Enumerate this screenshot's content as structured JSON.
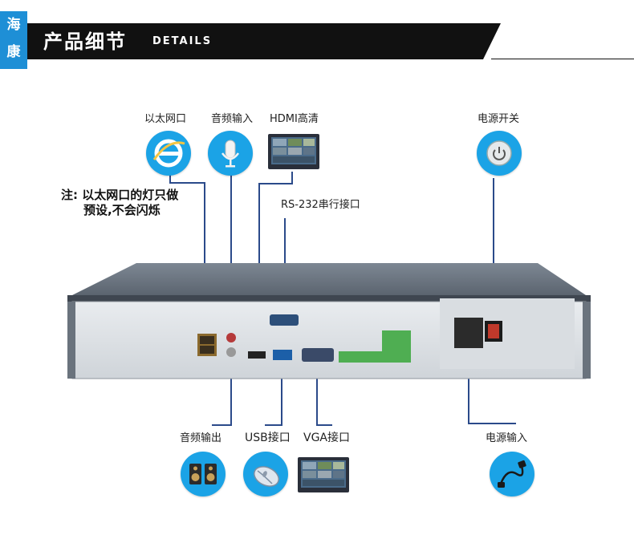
{
  "brand": {
    "line1": "海",
    "line2": "康"
  },
  "header": {
    "title": "产品细节",
    "subtitle": "DETAILS"
  },
  "labels": {
    "ethernet": "以太网口",
    "audio_in": "音频输入",
    "hdmi": "HDMI高清",
    "power_switch": "电源开关",
    "rs232": "RS-232串行接口",
    "audio_out": "音频输出",
    "usb": "USB接口",
    "vga": "VGA接口",
    "power_in": "电源输入"
  },
  "note": {
    "line1": "注: 以太网口的灯只做",
    "line2": "预设,不会闪烁"
  },
  "icons": [
    "ie-icon",
    "microphone-icon",
    "monitor-icon",
    "power-button-icon",
    "speakers-icon",
    "mouse-icon",
    "power-cord-icon"
  ],
  "colors": {
    "accent": "#1e8fd6",
    "line": "#2b4a8a",
    "header": "#111111"
  }
}
